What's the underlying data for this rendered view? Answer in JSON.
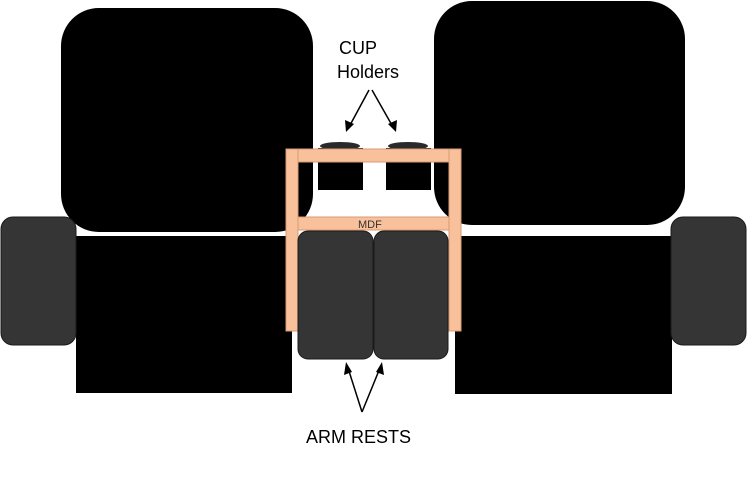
{
  "labels": {
    "cup_line1": "CUP",
    "cup_line2": "Holders",
    "mdf": "MDF",
    "arm_rests": "ARM RESTS"
  },
  "colors": {
    "seat": "#000000",
    "arm_rest": "#353535",
    "wood": "#f9c19b",
    "wood_edge": "#d89a74",
    "cup_rim": "#2a2a2a"
  }
}
